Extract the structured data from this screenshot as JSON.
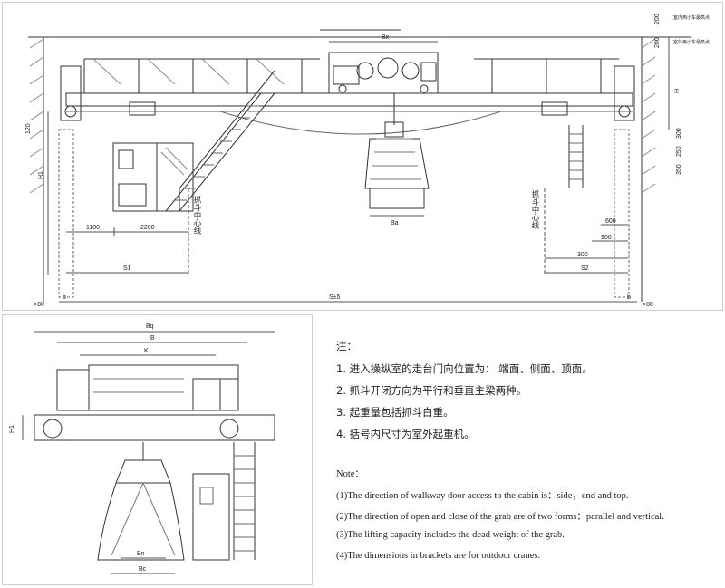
{
  "top_view": {
    "dims": {
      "bx": "Bx",
      "h": "H",
      "h1": "H1",
      "s": "S",
      "s1": "S1",
      "s2": "S2",
      "s5": "S±5",
      "ba": "Ba",
      "d1100": "1100",
      "d2200": "2200",
      "d600": "600",
      "d900": "900",
      "d300": "300",
      "d200": "200",
      "d250": "250",
      "d350": "350",
      "d120": "120",
      "b": "b",
      "gt80": ">80"
    },
    "vertical_label_left": "抓斗中心线",
    "vertical_label_right": "抓斗中心线",
    "tiny_label_1": "室内用小车最高点",
    "tiny_label_2": "室外用小车最高点"
  },
  "side_view": {
    "dims": {
      "bq": "Bq",
      "b": "B",
      "k": "K",
      "h1": "H1",
      "bn": "Bn",
      "bc": "Bc"
    }
  },
  "notes": {
    "cn_title": "注：",
    "cn_items": [
      "1.  进入操纵室的走台门向位置为：  端面、侧面、顶面。",
      "2.  抓斗开闭方向为平行和垂直主梁两种。",
      "3.  起重量包括抓斗白重。",
      "4.  括号内尺寸为室外起重机。"
    ],
    "en_title": "Note：",
    "en_items": [
      "(1)The direction of walkway door access to the cabin is：side，end and top.",
      "(2)The direction of open and close of the grab are of two forms：parallel and vertical.",
      "(3)The lifting capacity includes the dead weight of the grab.",
      "(4)The dimensions in brackets are for outdoor cranes."
    ]
  }
}
